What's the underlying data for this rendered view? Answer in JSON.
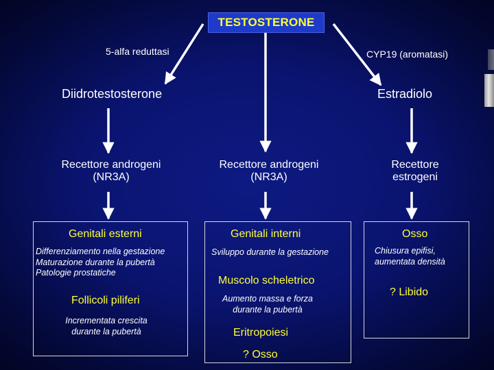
{
  "title": "TESTOSTERONE",
  "enzyme_left": "5-alfa reduttasi",
  "enzyme_right": "CYP19 (aromatasi)",
  "product_left": "Diidrotestosterone",
  "product_right": "Estradiolo",
  "receptors": {
    "left": [
      "Recettore androgeni",
      "(NR3A)"
    ],
    "center": [
      "Recettore androgeni",
      "(NR3A)"
    ],
    "right": [
      "Recettore",
      "estrogeni"
    ]
  },
  "boxes": {
    "left": {
      "heading": "Genitali esterni",
      "effects": [
        "Differenziamento nella gestazione",
        "Maturazione durante la pubertà",
        "Patologie prostatiche"
      ],
      "subheading": "Follicoli piliferi",
      "sub_effects": [
        "Incrementata crescita",
        "durante la pubertà"
      ]
    },
    "center": {
      "heading": "Genitali interni",
      "effects": [
        "Sviluppo durante la gestazione"
      ],
      "subheading": "Muscolo scheletrico",
      "sub_effects": [
        "Aumento massa e forza",
        "durante la pubertà"
      ],
      "extra1": "Eritropoiesi",
      "extra2": "? Osso"
    },
    "right": {
      "heading": "Osso",
      "effects": [
        "Chiusura epifisi,",
        "aumentata densità"
      ],
      "subheading": "? Libido"
    }
  },
  "colors": {
    "background": "#0a1470",
    "title_box": "#1d3acb",
    "highlight_text": "#ffff33",
    "text": "#ffffff"
  }
}
